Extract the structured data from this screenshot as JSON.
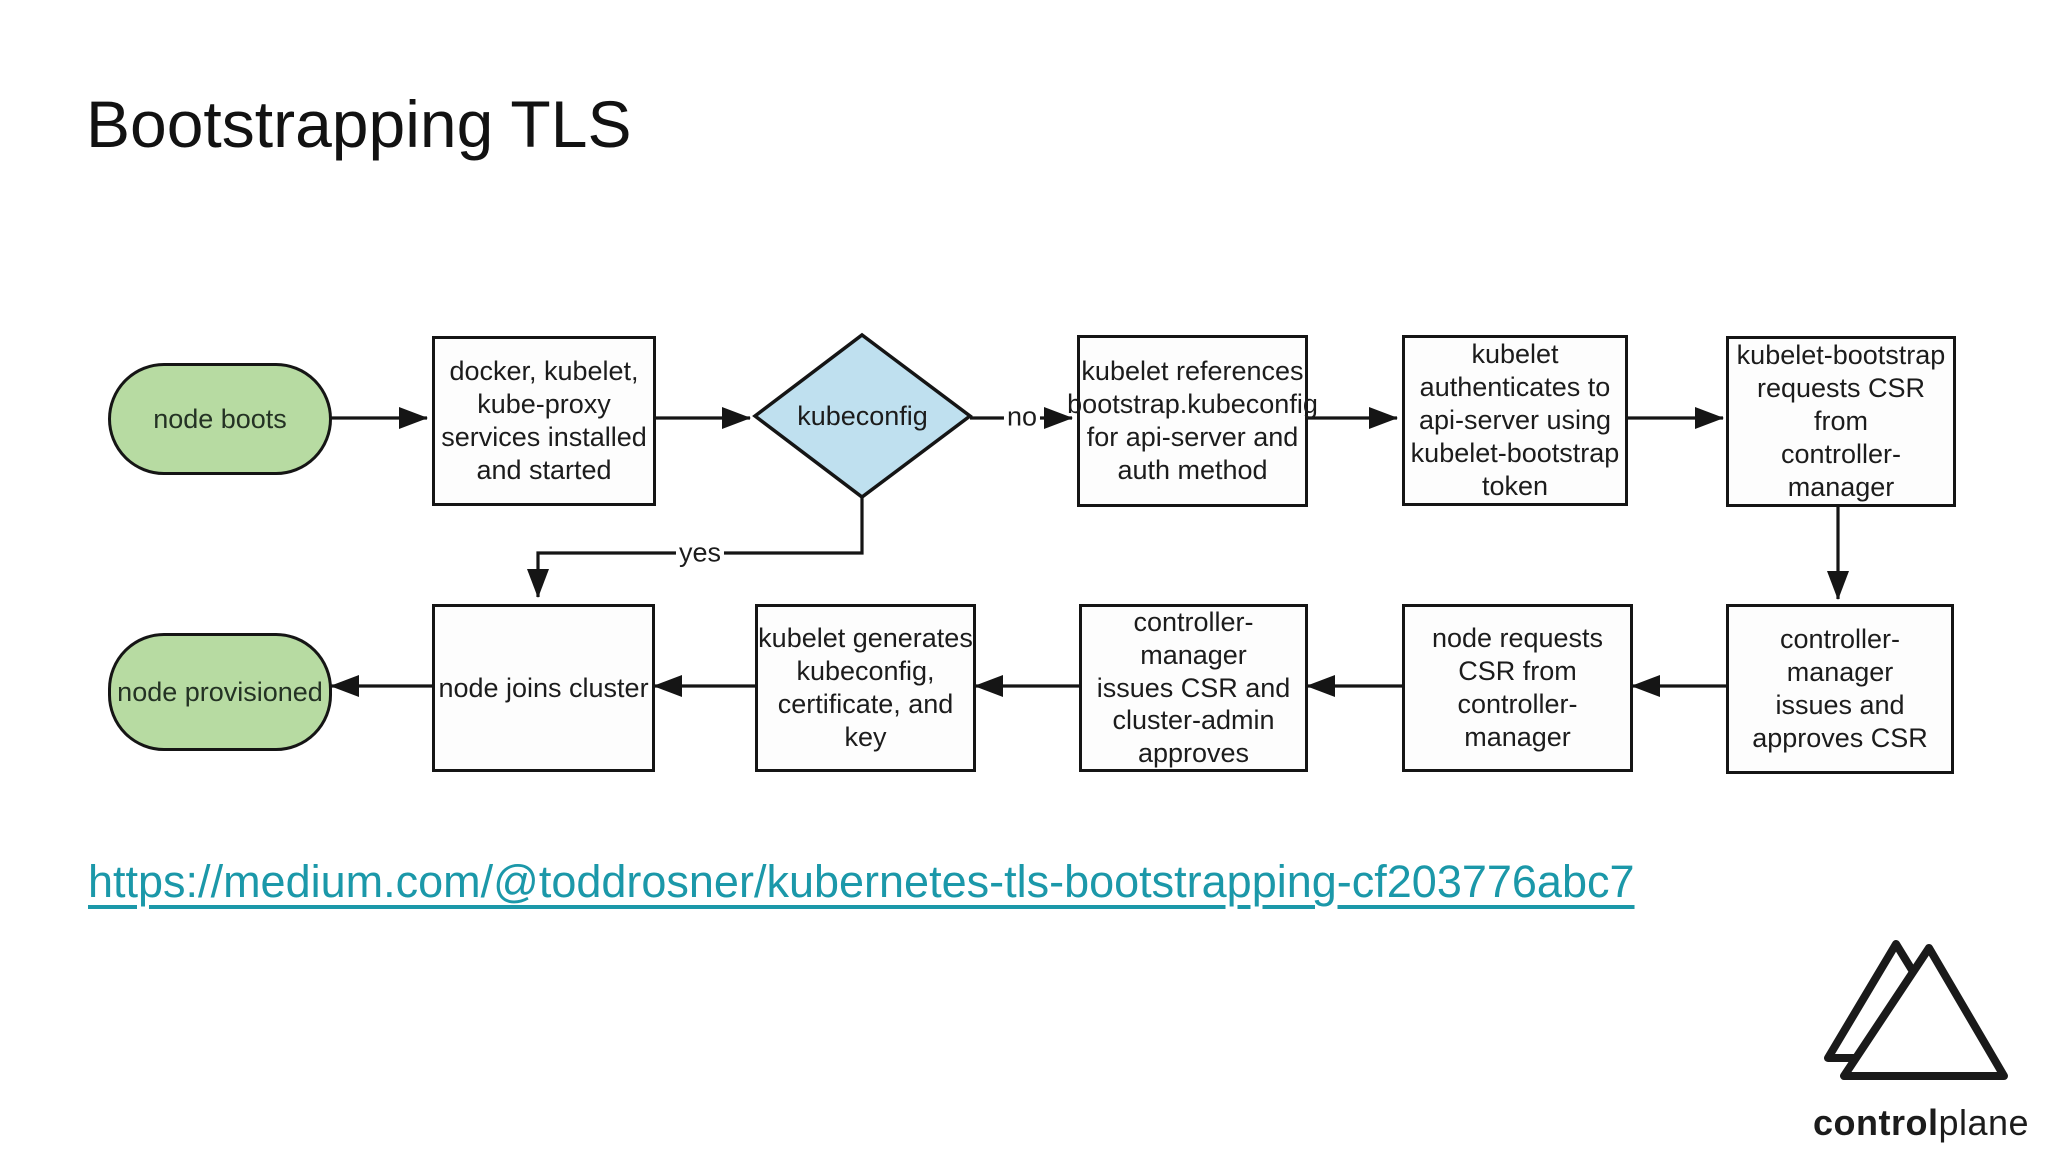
{
  "slide": {
    "title": "Bootstrapping TLS"
  },
  "flow": {
    "no_label": "no",
    "yes_label": "yes",
    "nodes": {
      "node_boots": "node boots",
      "services": "docker, kubelet,\nkube-proxy\nservices installed\nand started",
      "kubeconfig": "kubeconfig",
      "references": "kubelet references\nbootstrap.kubeconfig\nfor api-server and\nauth method",
      "authenticates": "kubelet\nauthenticates to\napi-server using\nkubelet-bootstrap\ntoken",
      "requests_csr": "kubelet-bootstrap\nrequests CSR\nfrom\ncontroller-manager",
      "issues_approves": "controller-manager\nissues and\napproves CSR",
      "node_requests": "node requests\nCSR from\ncontroller-manager",
      "cluster_admin_approves": "controller-manager\nissues CSR and\ncluster-admin\napproves",
      "generates": "kubelet generates\nkubeconfig,\ncertificate, and key",
      "joins_cluster": "node joins cluster",
      "provisioned": "node provisioned"
    }
  },
  "link": {
    "text": "https://medium.com/@toddrosner/kubernetes-tls-bootstrapping-cf203776abc7"
  },
  "logo": {
    "bold": "control",
    "light": "plane"
  },
  "colors": {
    "terminator_fill": "#b7dba2",
    "decision_fill": "#bfe0ef",
    "link": "#1b98a9",
    "stroke": "#151515"
  }
}
